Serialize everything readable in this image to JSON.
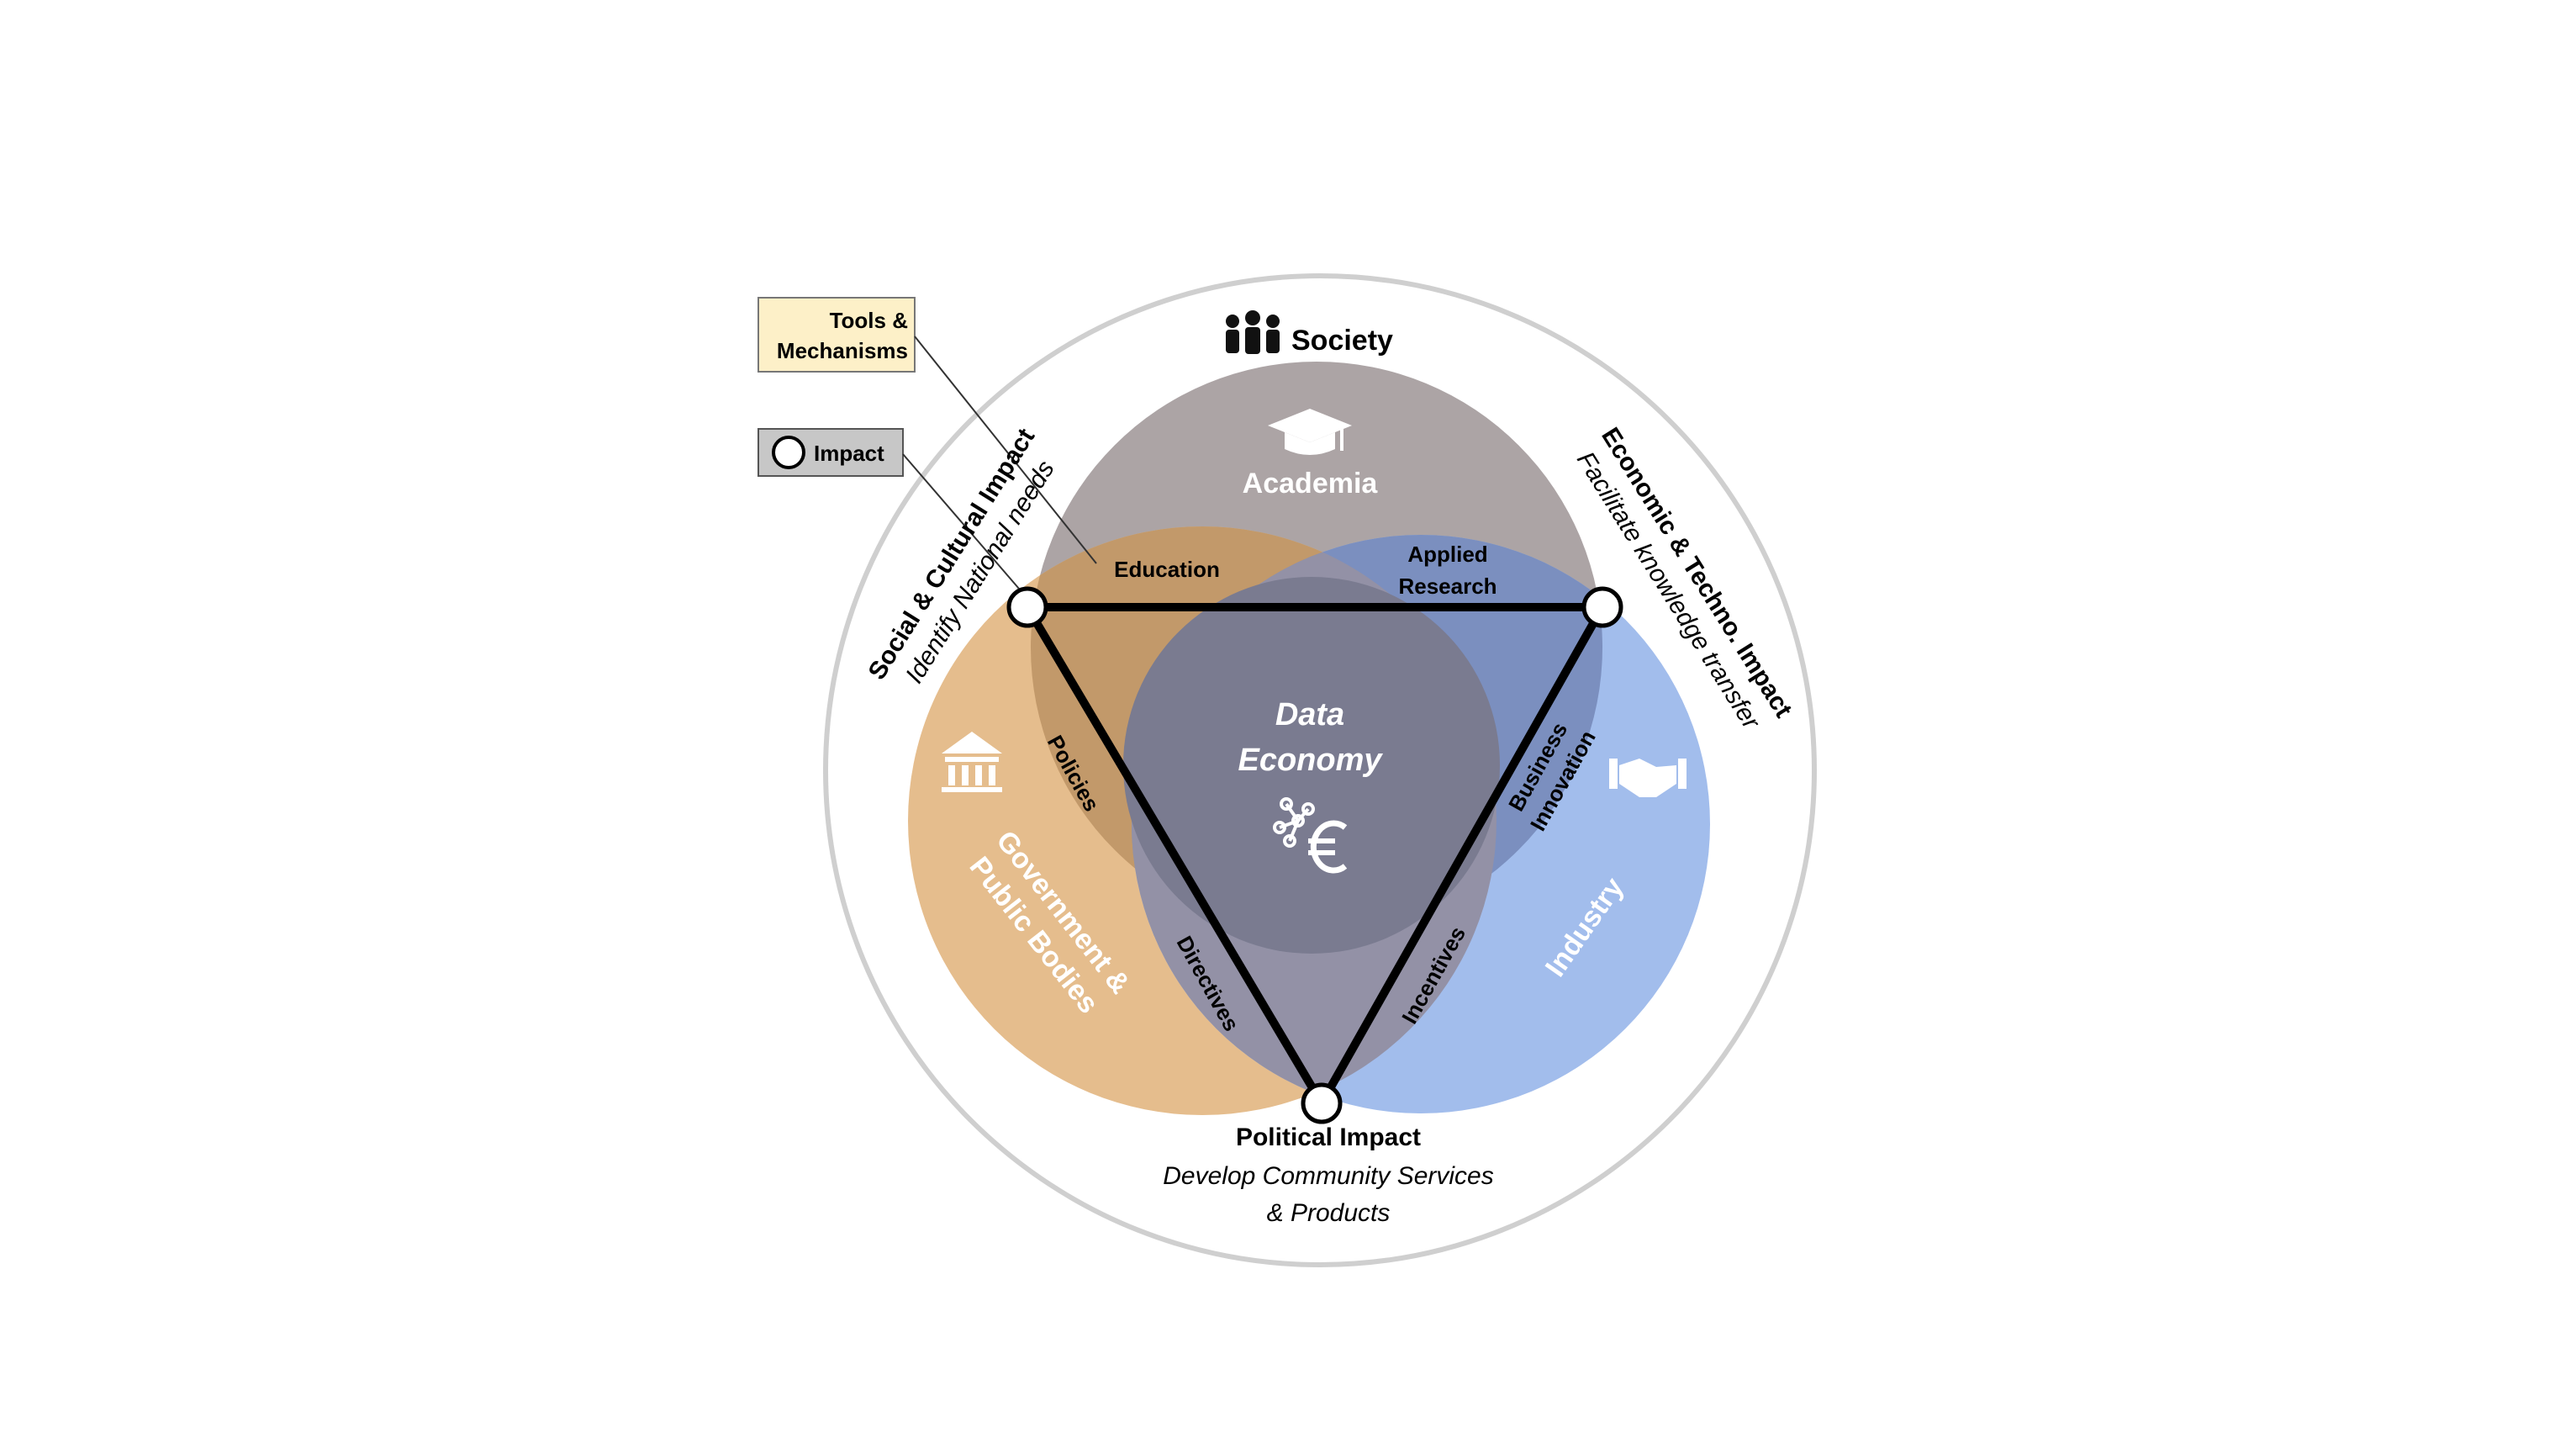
{
  "legend": {
    "tools_label_line1": "Tools &",
    "tools_label_line2": "Mechanisms",
    "impact_label": "Impact"
  },
  "outer_ring": {
    "title": "Society",
    "icon": "people-icon"
  },
  "stakeholders": {
    "academia": {
      "label": "Academia",
      "icon": "graduation-cap-icon",
      "color": "#aaa2a3"
    },
    "government": {
      "label_line1": "Government &",
      "label_line2": "Public Bodies",
      "icon": "institution-icon",
      "color": "#e3b680"
    },
    "industry": {
      "label": "Industry",
      "icon": "handshake-icon",
      "color": "#9bb6ea"
    }
  },
  "center": {
    "line1": "Data",
    "line2": "Economy",
    "icon": "euro-network-icon",
    "color": "#7a7b90"
  },
  "impacts": {
    "social": {
      "title": "Social & Cultural Impact",
      "subtitle": "Identify National needs"
    },
    "economic": {
      "title": "Economic & Techno. Impact",
      "subtitle": "Facilitate knowledge transfer"
    },
    "political": {
      "title": "Political Impact",
      "subtitle_line1": "Develop Community Services",
      "subtitle_line2": "& Products"
    }
  },
  "mechanisms": {
    "education": "Education",
    "applied_research_line1": "Applied",
    "applied_research_line2": "Research",
    "policies": "Policies",
    "business_innovation_line1": "Business",
    "business_innovation_line2": "Innovation",
    "directives": "Directives",
    "incentives": "Incentives"
  }
}
